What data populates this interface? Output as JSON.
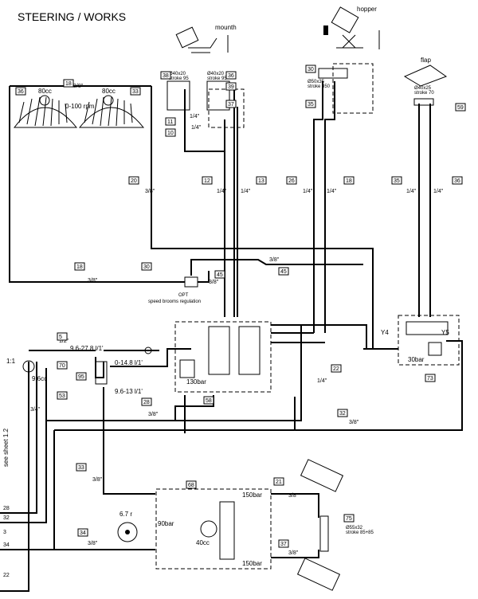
{
  "title": "STEERING / WORKS",
  "side_label": "see sheet 1.2",
  "ratio": "1:1",
  "components": {
    "mounth": "mounth",
    "hopper": "hopper",
    "flap": "flap",
    "cyl_left": [
      "Ø40x20",
      "stroke 95"
    ],
    "cyl_right": [
      "Ø40x20",
      "stroke 95"
    ],
    "cyl_hopper": [
      "Ø50x35",
      "stroke 350"
    ],
    "cyl_flap": [
      "Ø40x25",
      "stroke 70"
    ],
    "cyl_steer": [
      "Ø55x32",
      "stroke 85+85"
    ],
    "motor_left": "80cc",
    "motor_right": "80cc",
    "rpm": "0-100 rpm",
    "opt": "OPT",
    "speed_reg": "speed brooms regulation",
    "pump": "9.6cc",
    "flow_main": "9.6-27.8 l/1'",
    "flow_priority": "0-14.8 l/1'",
    "flow_steer": "9.6-13 l/1'",
    "valve_pressure": "130bar",
    "flap_pressure": "30bar",
    "y4": "Y4",
    "y5": "Y5",
    "steer_rev": "6.7 r",
    "steer_cc": "40cc",
    "steer_p1": "150bar",
    "steer_p2": "90bar",
    "steer_p3": "150bar"
  },
  "tags": {
    "a": "36",
    "b": "18",
    "c": "33",
    "d": "38",
    "e": "36",
    "f": "39",
    "g": "37",
    "h": "11",
    "i": "10",
    "j": "30",
    "k": "35",
    "l": "59",
    "m": "20",
    "n": "12",
    "o": "13",
    "p": "26",
    "q": "18",
    "r": "35",
    "s": "36",
    "t": "18",
    "u": "30",
    "v": "45",
    "w": "45",
    "x": "5",
    "y": "70",
    "z": "95",
    "aa": "53",
    "ab": "58",
    "ac": "22",
    "ad": "73",
    "ae": "28",
    "af": "32",
    "ag": "33",
    "ah": "68",
    "ai": "21",
    "aj": "75",
    "ak": "34",
    "al": "37"
  },
  "pipes": {
    "p_38": "3/8\"",
    "p_14a": "1/4\"",
    "p_14b": "1/4\"",
    "p_38b": "3/8\"",
    "p_14c": "1/4\"",
    "p_14d": "1/4\"",
    "p_14e": "1/4\"",
    "p_14f": "1/4\"",
    "p_14g": "1/4\"",
    "p_14h": "1/4\"",
    "p_38c": "3/8\"",
    "p_38d": "3/8\"",
    "p_38e": "3/8\"",
    "p_12": "1/2\"",
    "p_34": "3/4\"",
    "p_14i": "1/4\"",
    "p_38f": "3/8\"",
    "p_38g": "3/8\"",
    "p_38h": "3/8\"",
    "p_38i": "3/8\"",
    "p_38j": "3/8\"",
    "p_38k": "3/8\""
  },
  "ports": [
    "28",
    "32",
    "3",
    "34",
    "22"
  ]
}
